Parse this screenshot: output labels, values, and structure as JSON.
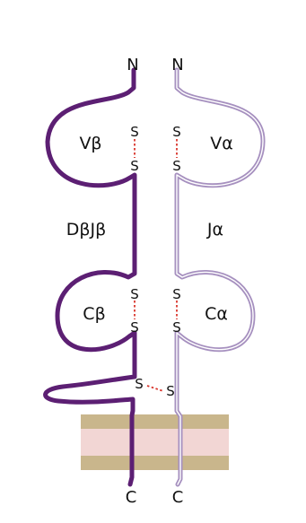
{
  "colors": {
    "beta_chain": "#5c1f73",
    "alpha_chain": "#a690bf",
    "alpha_chain_inner": "#ffffff",
    "disulfide_bond": "#d9342b",
    "membrane_outer": "#c9b68c",
    "membrane_inner": "#f2d6d4"
  },
  "beta_chain": {
    "n_terminus": "N",
    "c_terminus": "C",
    "variable_domain": "Vβ",
    "joining_region": "DβJβ",
    "constant_domain": "Cβ"
  },
  "alpha_chain": {
    "n_terminus": "N",
    "c_terminus": "C",
    "variable_domain": "Vα",
    "joining_region": "Jα",
    "constant_domain": "Cα"
  },
  "disulfide": {
    "sulfur": "S"
  }
}
